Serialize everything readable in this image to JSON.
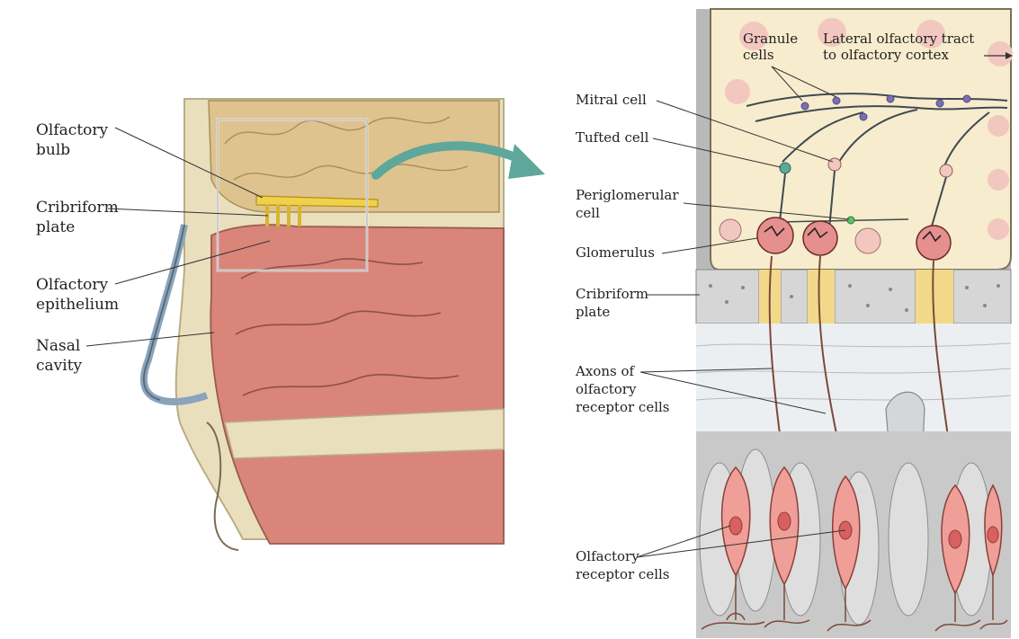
{
  "left_labels": {
    "olfactory_bulb": [
      "Olfactory",
      "bulb"
    ],
    "cribriform_plate": [
      "Cribriform",
      "plate"
    ],
    "olfactory_epithelium": [
      "Olfactory",
      "epithelium"
    ],
    "nasal_cavity": [
      "Nasal",
      "cavity"
    ]
  },
  "right_labels": {
    "granule_cells": [
      "Granule",
      "cells"
    ],
    "lateral_tract": [
      "Lateral olfactory tract",
      "to olfactory cortex"
    ],
    "mitral_cell": [
      "Mitral cell"
    ],
    "tufted_cell": [
      "Tufted cell"
    ],
    "periglomerular_cell": [
      "Periglomerular",
      "cell"
    ],
    "glomerulus": [
      "Glomerulus"
    ],
    "cribriform_plate": [
      "Cribriform",
      "plate"
    ],
    "axons": [
      "Axons of",
      "olfactory",
      "receptor cells"
    ],
    "receptor_cells": [
      "Olfactory",
      "receptor cells"
    ]
  },
  "colors": {
    "bone": "#e6dcb8",
    "brain": "#e0c590",
    "tissue": "#d9857a",
    "bulb": "#f2d14a",
    "gray_wall": "#b9b9b9",
    "bulb_inner": "#f7eccd",
    "receptor_cell": "#ef9f97",
    "axon_layer": "#eceff1",
    "neuron_dark": "#3f4a52",
    "neuron_purple": "#7b6fae"
  }
}
